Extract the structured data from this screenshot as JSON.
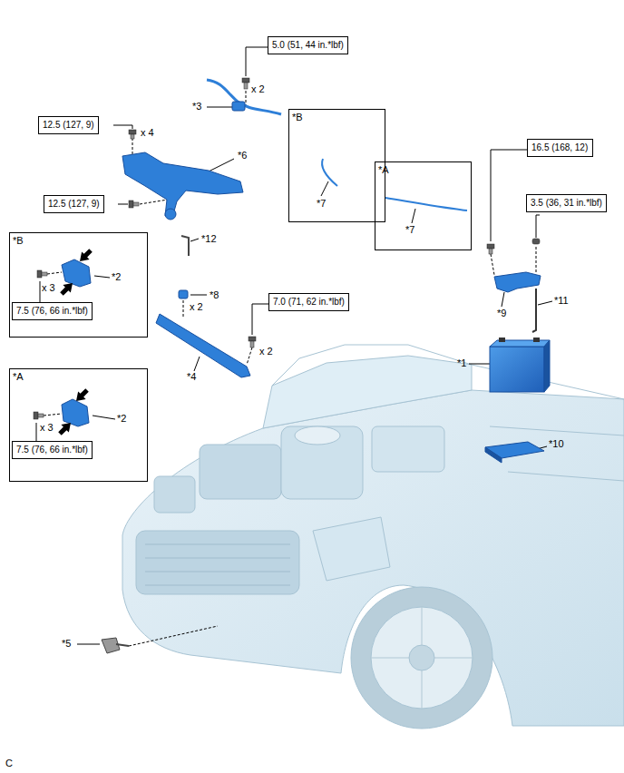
{
  "diagram": {
    "nodes": [
      {
        "text": [
          "5.0 (51, 44 in.*lbf)"
        ]
      },
      {
        "text": [
          "12.5 (127, 9)"
        ]
      },
      {
        "text": [
          "*B"
        ]
      },
      {
        "text": [
          "12.5 (127, 9)"
        ]
      },
      {
        "text": [
          "*A"
        ]
      },
      {
        "text": [
          "16.5 (168, 12)"
        ]
      },
      {
        "text": [
          "3.5 (36, 31 in.*lbf)"
        ]
      },
      {
        "text": [
          "*B"
        ]
      },
      {
        "text": [
          "7.5 (76, 66 in.*lbf)"
        ],
        "in": 7
      },
      {
        "text": [
          "7.0 (71, 62 in.*lbf)"
        ]
      },
      {
        "text": [
          "*A"
        ]
      },
      {
        "text": [
          "7.5 (76, 66 in.*lbf)"
        ],
        "in": 10
      }
    ],
    "labels": [
      "x 2",
      "*3",
      "x 4",
      "*6",
      "*7",
      "*7",
      "*12",
      "x 3",
      "*2",
      "*8",
      "x 2",
      "x 2",
      "*9",
      "*11",
      "*1",
      "*4",
      "x 3",
      "*2",
      "*10",
      "*5",
      "C"
    ]
  }
}
